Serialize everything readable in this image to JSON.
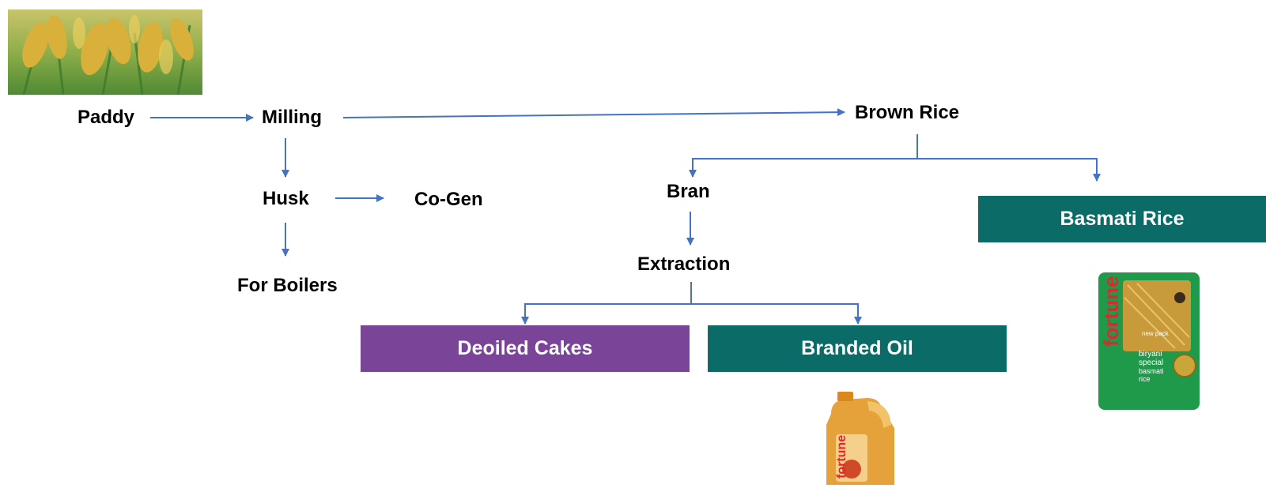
{
  "nodes": {
    "paddy": "Paddy",
    "milling": "Milling",
    "brown_rice": "Brown Rice",
    "husk": "Husk",
    "co_gen": "Co-Gen",
    "for_boilers": "For Boilers",
    "bran": "Bran",
    "extraction": "Extraction",
    "deoiled_cakes": "Deoiled Cakes",
    "branded_oil": "Branded Oil",
    "basmati_rice": "Basmati Rice"
  },
  "packaging": {
    "brand": "fortune",
    "rice_pack_tag": "new pack",
    "rice_pack_line1": "biryani",
    "rice_pack_line2": "special",
    "rice_pack_line3": "basmati",
    "rice_pack_line4": "rice"
  },
  "colors": {
    "arrow": "#4472c4",
    "purple_box": "#7a4499",
    "teal_box": "#0b6b66"
  }
}
